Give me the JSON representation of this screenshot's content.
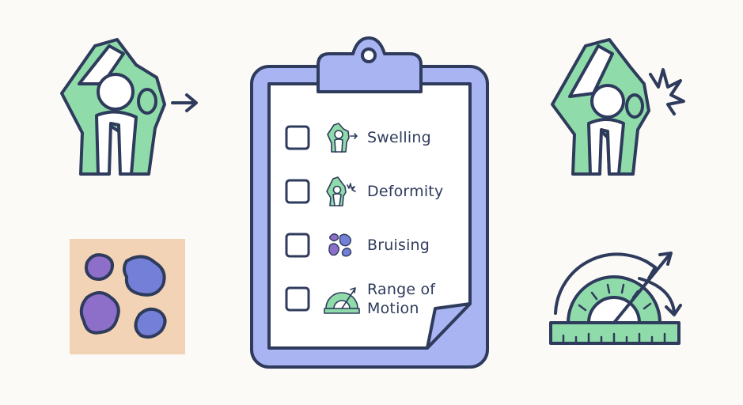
{
  "checklist": {
    "items": [
      {
        "label": "Swelling",
        "icon": "swollen-knee-icon"
      },
      {
        "label": "Deformity",
        "icon": "deformed-knee-icon"
      },
      {
        "label": "Bruising",
        "icon": "bruise-icon"
      },
      {
        "label_line1": "Range of",
        "label_line2": "Motion",
        "icon": "protractor-icon"
      }
    ]
  },
  "colors": {
    "outline": "#2f3b5c",
    "clipboard_fill": "#a9b4f2",
    "paper": "#ffffff",
    "green": "#8fdcaa",
    "purple": "#8d6ec9",
    "blue_purple": "#7480d8",
    "skin": "#f3d3b5",
    "background": "#fbfaf6"
  },
  "icons": [
    "swollen-knee-icon",
    "deformed-knee-icon",
    "bruised-skin-icon",
    "range-of-motion-protractor-icon",
    "clipboard-icon",
    "checkbox-icon"
  ]
}
